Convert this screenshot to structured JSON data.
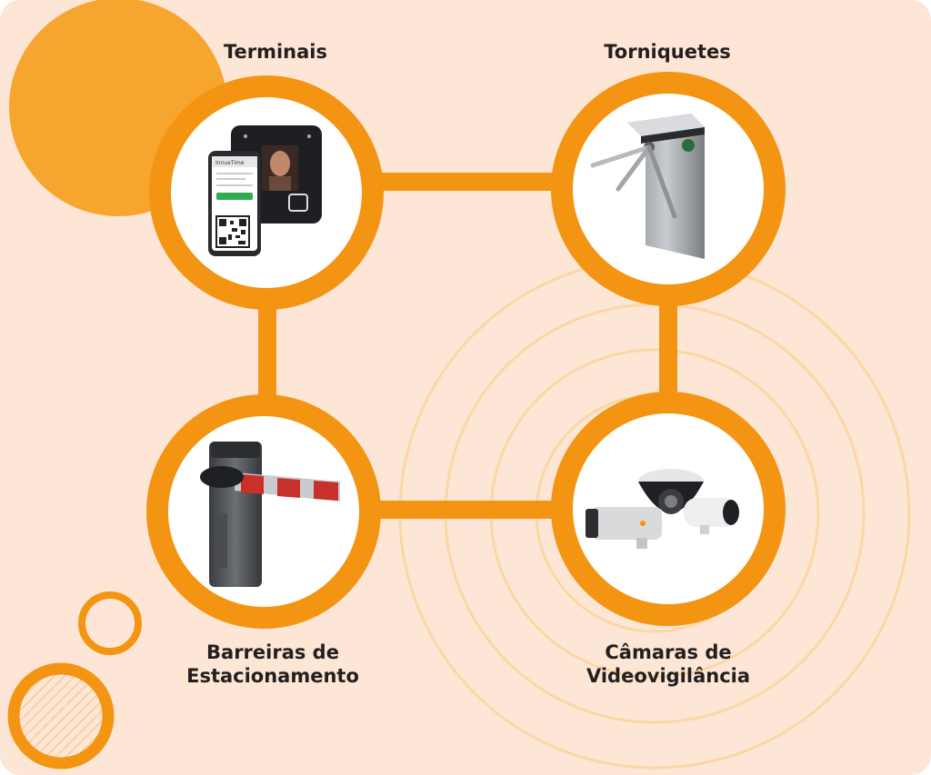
{
  "colors": {
    "background": "#fde6d6",
    "accent": "#f39512",
    "accent_light": "#f6a52f",
    "rings": "#fbd7a5",
    "text": "#231f20"
  },
  "nodes": [
    {
      "id": "terminais",
      "lines": [
        "Terminais"
      ],
      "icon": "terminal-device-icon"
    },
    {
      "id": "torniquetes",
      "lines": [
        "Torniquetes"
      ],
      "icon": "turnstile-icon"
    },
    {
      "id": "barreiras",
      "lines": [
        "Barreiras de",
        "Estacionamento"
      ],
      "icon": "parking-barrier-icon"
    },
    {
      "id": "camaras",
      "lines": [
        "Câmaras de",
        "Videovigilância"
      ],
      "icon": "cctv-camera-icon"
    }
  ],
  "device": {
    "phone_brand": "InnuxTime"
  },
  "connections": [
    [
      "terminais",
      "torniquetes"
    ],
    [
      "torniquetes",
      "camaras"
    ],
    [
      "camaras",
      "barreiras"
    ],
    [
      "barreiras",
      "terminais"
    ]
  ]
}
